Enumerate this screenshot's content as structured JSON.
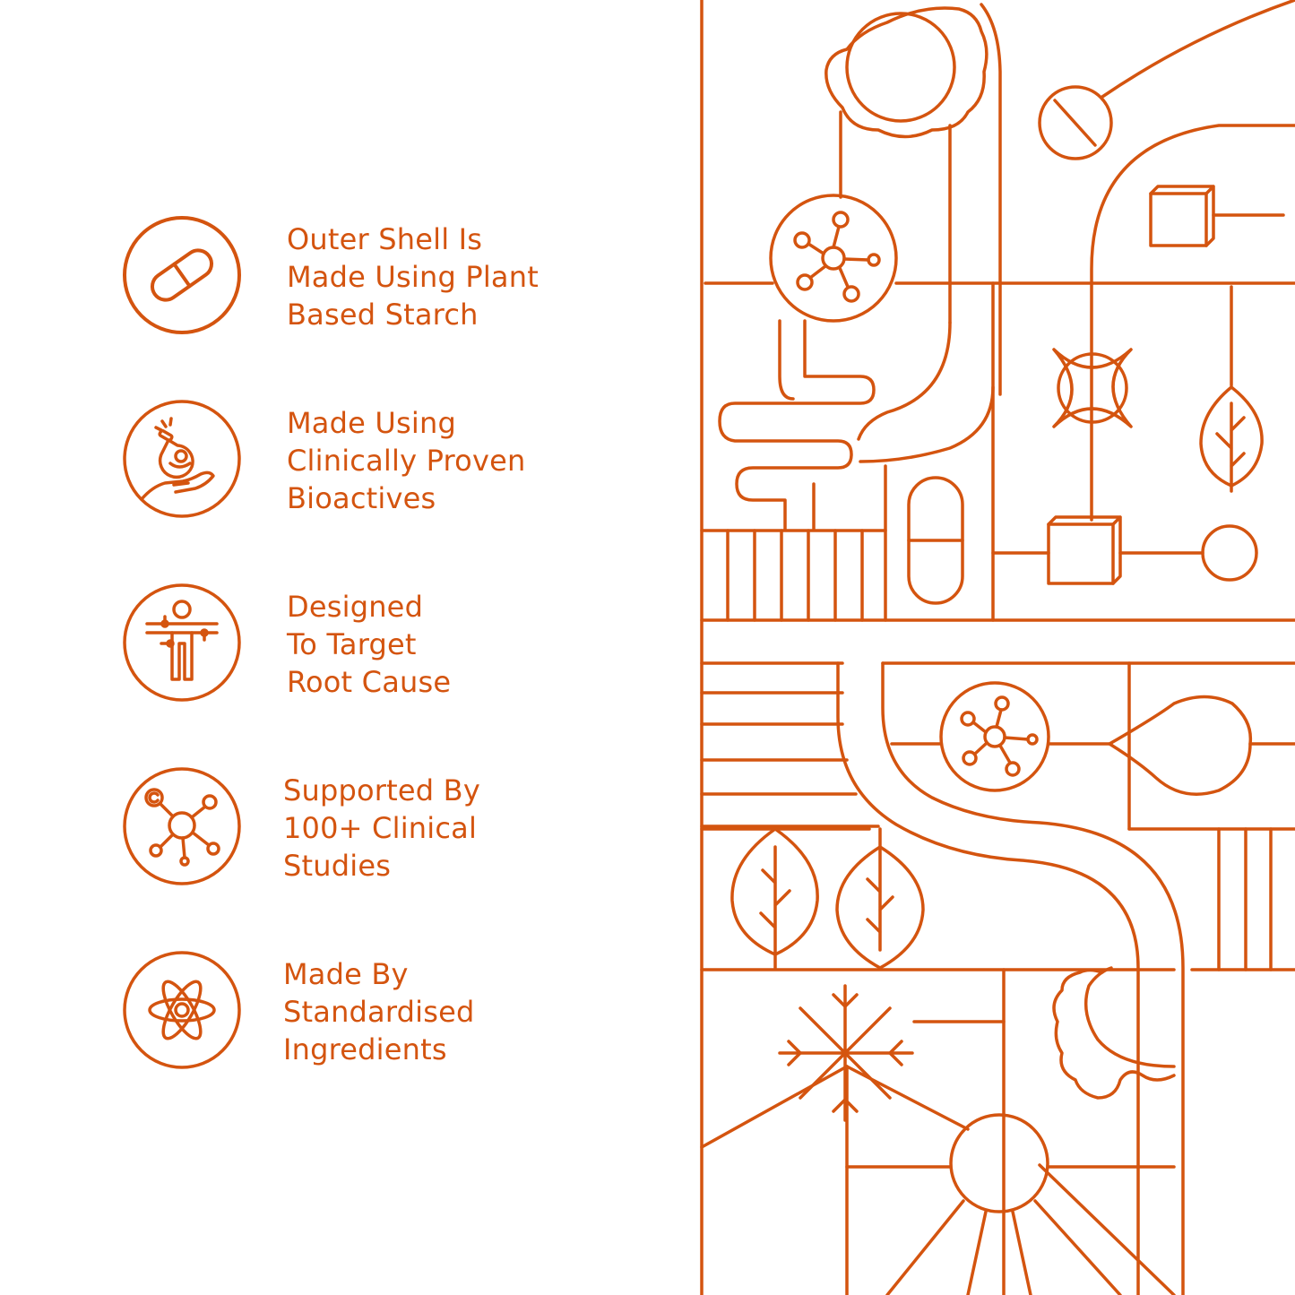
{
  "brand_color": "#d4540f",
  "features": [
    {
      "icon": "capsule-icon",
      "lines": [
        "Outer Shell Is",
        "Made Using Plant",
        "Based Starch"
      ]
    },
    {
      "icon": "microscope-hand-icon",
      "lines": [
        "Made Using",
        "Clinically Proven",
        "Bioactives"
      ]
    },
    {
      "icon": "human-body-target-icon",
      "lines": [
        "Designed",
        "To Target",
        "Root Cause"
      ]
    },
    {
      "icon": "molecule-icon",
      "lines": [
        "Supported By",
        "100+ Clinical",
        "Studies"
      ]
    },
    {
      "icon": "atom-icon",
      "lines": [
        "Made By",
        "Standardised",
        "Ingredients"
      ]
    }
  ]
}
